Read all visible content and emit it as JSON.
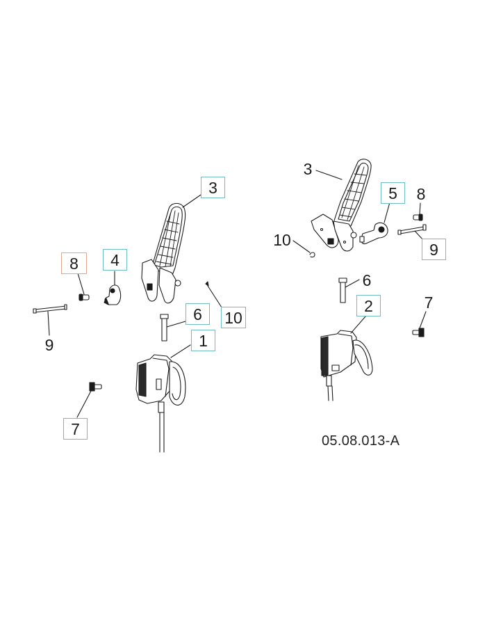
{
  "figure_code": "05.08.013-A",
  "colors": {
    "callout_border": "#6fbcc4",
    "highlight_border": "#e0a58c",
    "line": "#1a1a1a"
  },
  "left_assembly": {
    "callouts": [
      {
        "label": "3",
        "style": "boxed",
        "part": "accelerator-pedal"
      },
      {
        "label": "8",
        "style": "highlight",
        "part": "pin"
      },
      {
        "label": "4",
        "style": "boxed",
        "part": "cam-bracket"
      },
      {
        "label": "9",
        "style": "plain",
        "part": "long-bolt"
      },
      {
        "label": "6",
        "style": "boxed",
        "part": "screw"
      },
      {
        "label": "10",
        "style": "boxed",
        "part": "clip"
      },
      {
        "label": "1",
        "style": "boxed",
        "part": "throttle-sensor"
      },
      {
        "label": "7",
        "style": "boxed",
        "part": "flange-bolt"
      }
    ]
  },
  "right_assembly": {
    "callouts": [
      {
        "label": "3",
        "style": "plain",
        "part": "accelerator-pedal"
      },
      {
        "label": "5",
        "style": "boxed",
        "part": "cam-bracket"
      },
      {
        "label": "8",
        "style": "plain",
        "part": "pin"
      },
      {
        "label": "10",
        "style": "plain",
        "part": "clip"
      },
      {
        "label": "9",
        "style": "boxed",
        "part": "long-bolt"
      },
      {
        "label": "6",
        "style": "plain",
        "part": "screw"
      },
      {
        "label": "2",
        "style": "boxed",
        "part": "throttle-sensor"
      },
      {
        "label": "7",
        "style": "plain",
        "part": "flange-bolt"
      }
    ]
  }
}
